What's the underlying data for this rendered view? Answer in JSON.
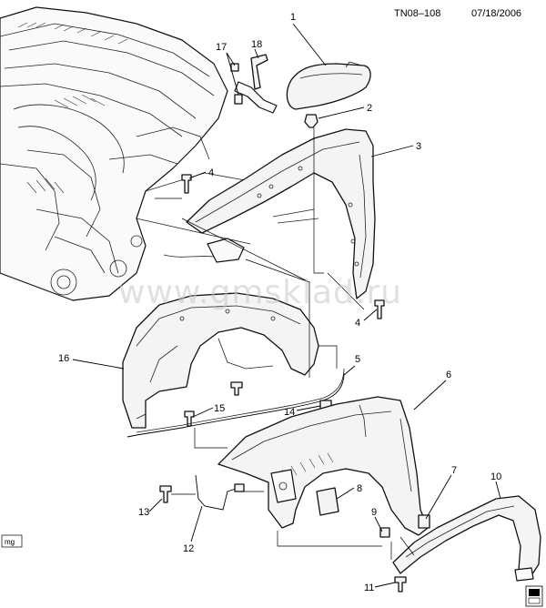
{
  "header": {
    "drawing_id": "TN08–108",
    "date": "07/18/2006"
  },
  "watermark": "www.gmsklad.ru",
  "corner_tag": "mg",
  "callouts": [
    "1",
    "2",
    "3",
    "4",
    "4",
    "5",
    "6",
    "7",
    "8",
    "9",
    "10",
    "11",
    "12",
    "13",
    "14",
    "15",
    "16",
    "17",
    "18"
  ]
}
